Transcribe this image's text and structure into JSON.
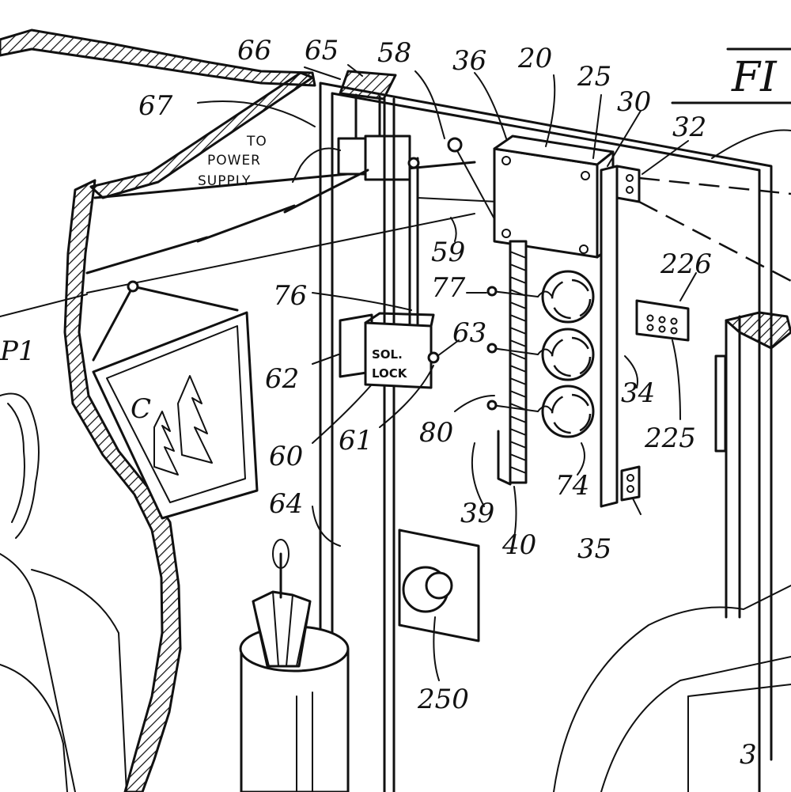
{
  "figure_label": "FI",
  "power_supply": {
    "line1": "TO",
    "line2": "POWER",
    "line3": "SUPPLY"
  },
  "solenoid_lock": {
    "line1": "SOL.",
    "line2": "LOCK"
  },
  "picture_letter": "C",
  "person_label": "P1",
  "reference_numerals": {
    "r66": "66",
    "r65": "65",
    "r58": "58",
    "r36": "36",
    "r20": "20",
    "r25": "25",
    "r30": "30",
    "r32": "32",
    "r67": "67",
    "r59": "59",
    "r76": "76",
    "r77": "77",
    "r226": "226",
    "r63": "63",
    "r62": "62",
    "r34": "34",
    "r80": "80",
    "r60": "60",
    "r61": "61",
    "r225": "225",
    "r74": "74",
    "r39": "39",
    "r64": "64",
    "r40": "40",
    "r35": "35",
    "r250": "250",
    "r3": "3"
  }
}
